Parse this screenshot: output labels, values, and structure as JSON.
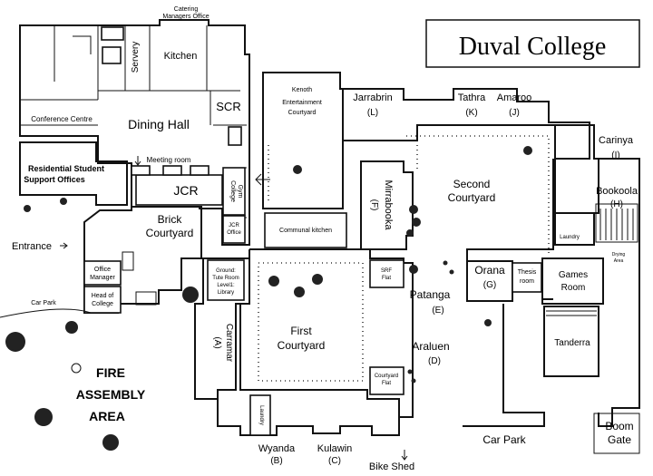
{
  "title": "Duval College",
  "labels": {
    "catering_1": "Catering",
    "catering_2": "Managers Office",
    "servery": "Servery",
    "kitchen": "Kitchen",
    "scr": "SCR",
    "conference": "Conference Centre",
    "dining_hall": "Dining Hall",
    "residential_1": "Residential Student",
    "residential_2": "Support Offices",
    "meeting_room": "Meeting room",
    "jcr": "JCR",
    "college_gym_1": "College",
    "college_gym_2": "Gym",
    "jcr_office_1": "JCR",
    "jcr_office_2": "Office",
    "brick_1": "Brick",
    "brick_2": "Courtyard",
    "entrance": "Entrance",
    "office_manager_1": "Office",
    "office_manager_2": "Manager",
    "head_1": "Head of",
    "head_2": "College",
    "car_park_left": "Car Park",
    "tute_1": "Ground:",
    "tute_2": "Tute Room",
    "tute_3": "Level1:",
    "tute_4": "Library",
    "carramar": "Carramar",
    "carramar_code": "(A)",
    "kenoth_1": "Kenoth",
    "kenoth_2": "Entertainment",
    "kenoth_3": "Courtyard",
    "communal_kitchen": "Communal kitchen",
    "first_1": "First",
    "first_2": "Courtyard",
    "fire_1": "FIRE",
    "fire_2": "ASSEMBLY",
    "fire_3": "AREA",
    "laundry_bottom": "Laundry",
    "wyanda": "Wyanda",
    "wyanda_code": "(B)",
    "kulawin": "Kulawin",
    "kulawin_code": "(C)",
    "bike_shed": "Bike Shed",
    "jarrabrin": "Jarrabrin",
    "jarrabrin_code": "(L)",
    "tathra": "Tathra",
    "tathra_code": "(K)",
    "amaroo": "Amaroo",
    "amaroo_code": "(J)",
    "carinya": "Carinya",
    "carinya_code": "(I)",
    "bookoola": "Bookoola",
    "bookoola_code": "(H)",
    "laundry_right": "Laundry",
    "drying_1": "Drying",
    "drying_2": "Area",
    "mirrabooka": "Mirrabooka",
    "mirrabooka_code": "(F)",
    "second_1": "Second",
    "second_2": "Courtyard",
    "srf_1": "SRF",
    "srf_2": "Flat",
    "patanga": "Patanga",
    "patanga_code": "(E)",
    "orana": "Orana",
    "orana_code": "(G)",
    "thesis_1": "Thesis",
    "thesis_2": "room",
    "games_1": "Games",
    "games_2": "Room",
    "tanderra": "Tanderra",
    "araluen": "Araluen",
    "araluen_code": "(D)",
    "courtyard_flat_1": "Courtyard",
    "courtyard_flat_2": "Flat",
    "car_park_bottom": "Car Park",
    "boom_1": "Boom",
    "boom_2": "Gate"
  }
}
